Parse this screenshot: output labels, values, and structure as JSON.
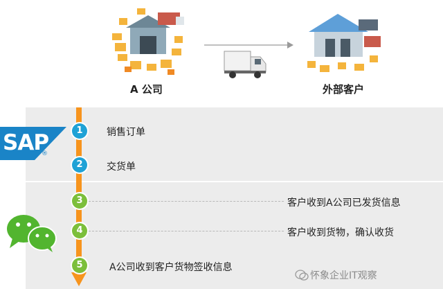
{
  "top": {
    "left_label": "A 公司",
    "right_label": "外部客户"
  },
  "sap_logo": {
    "text": "SAP",
    "mark": "®"
  },
  "steps": [
    {
      "number": "1",
      "label": "销售订单"
    },
    {
      "number": "2",
      "label": "交货单"
    },
    {
      "number": "3",
      "label": "客户收到A公司已发货信息"
    },
    {
      "number": "4",
      "label": "客户收到货物，确认收货"
    },
    {
      "number": "5",
      "label": "A公司收到客户货物签收信息"
    }
  ],
  "watermark": {
    "text": "怀象企业IT观察"
  },
  "colors": {
    "timeline": "#f7941d",
    "step_blue": "#1fa2d6",
    "step_green": "#7cbf3b",
    "sap_blue": "#1a84c7",
    "wechat_green": "#52b52f",
    "band": "#ececec"
  }
}
